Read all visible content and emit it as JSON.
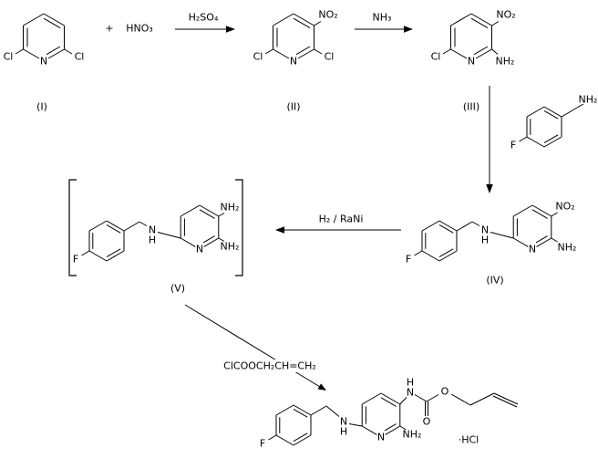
{
  "colors": {
    "ink": "#000000",
    "background": "#ffffff"
  },
  "atoms": {
    "cl": "Cl",
    "n": "N",
    "h": "H",
    "f": "F",
    "o": "O",
    "no2": "NO₂",
    "nh2": "NH₂"
  },
  "reagents": {
    "plus": "+",
    "hno3": "HNO₃",
    "h2so4": "H₂SO₄",
    "nh3": "NH₃",
    "h2_rani": "H₂ / RaNi",
    "allyl_chloroformate": "ClCOOCH₂CH=CH₂",
    "hcl_salt": "·HCl"
  },
  "labels": {
    "compound_i": "(I)",
    "compound_ii": "(II)",
    "compound_iii": "(III)",
    "compound_iv": "(IV)",
    "compound_v": "(V)"
  }
}
